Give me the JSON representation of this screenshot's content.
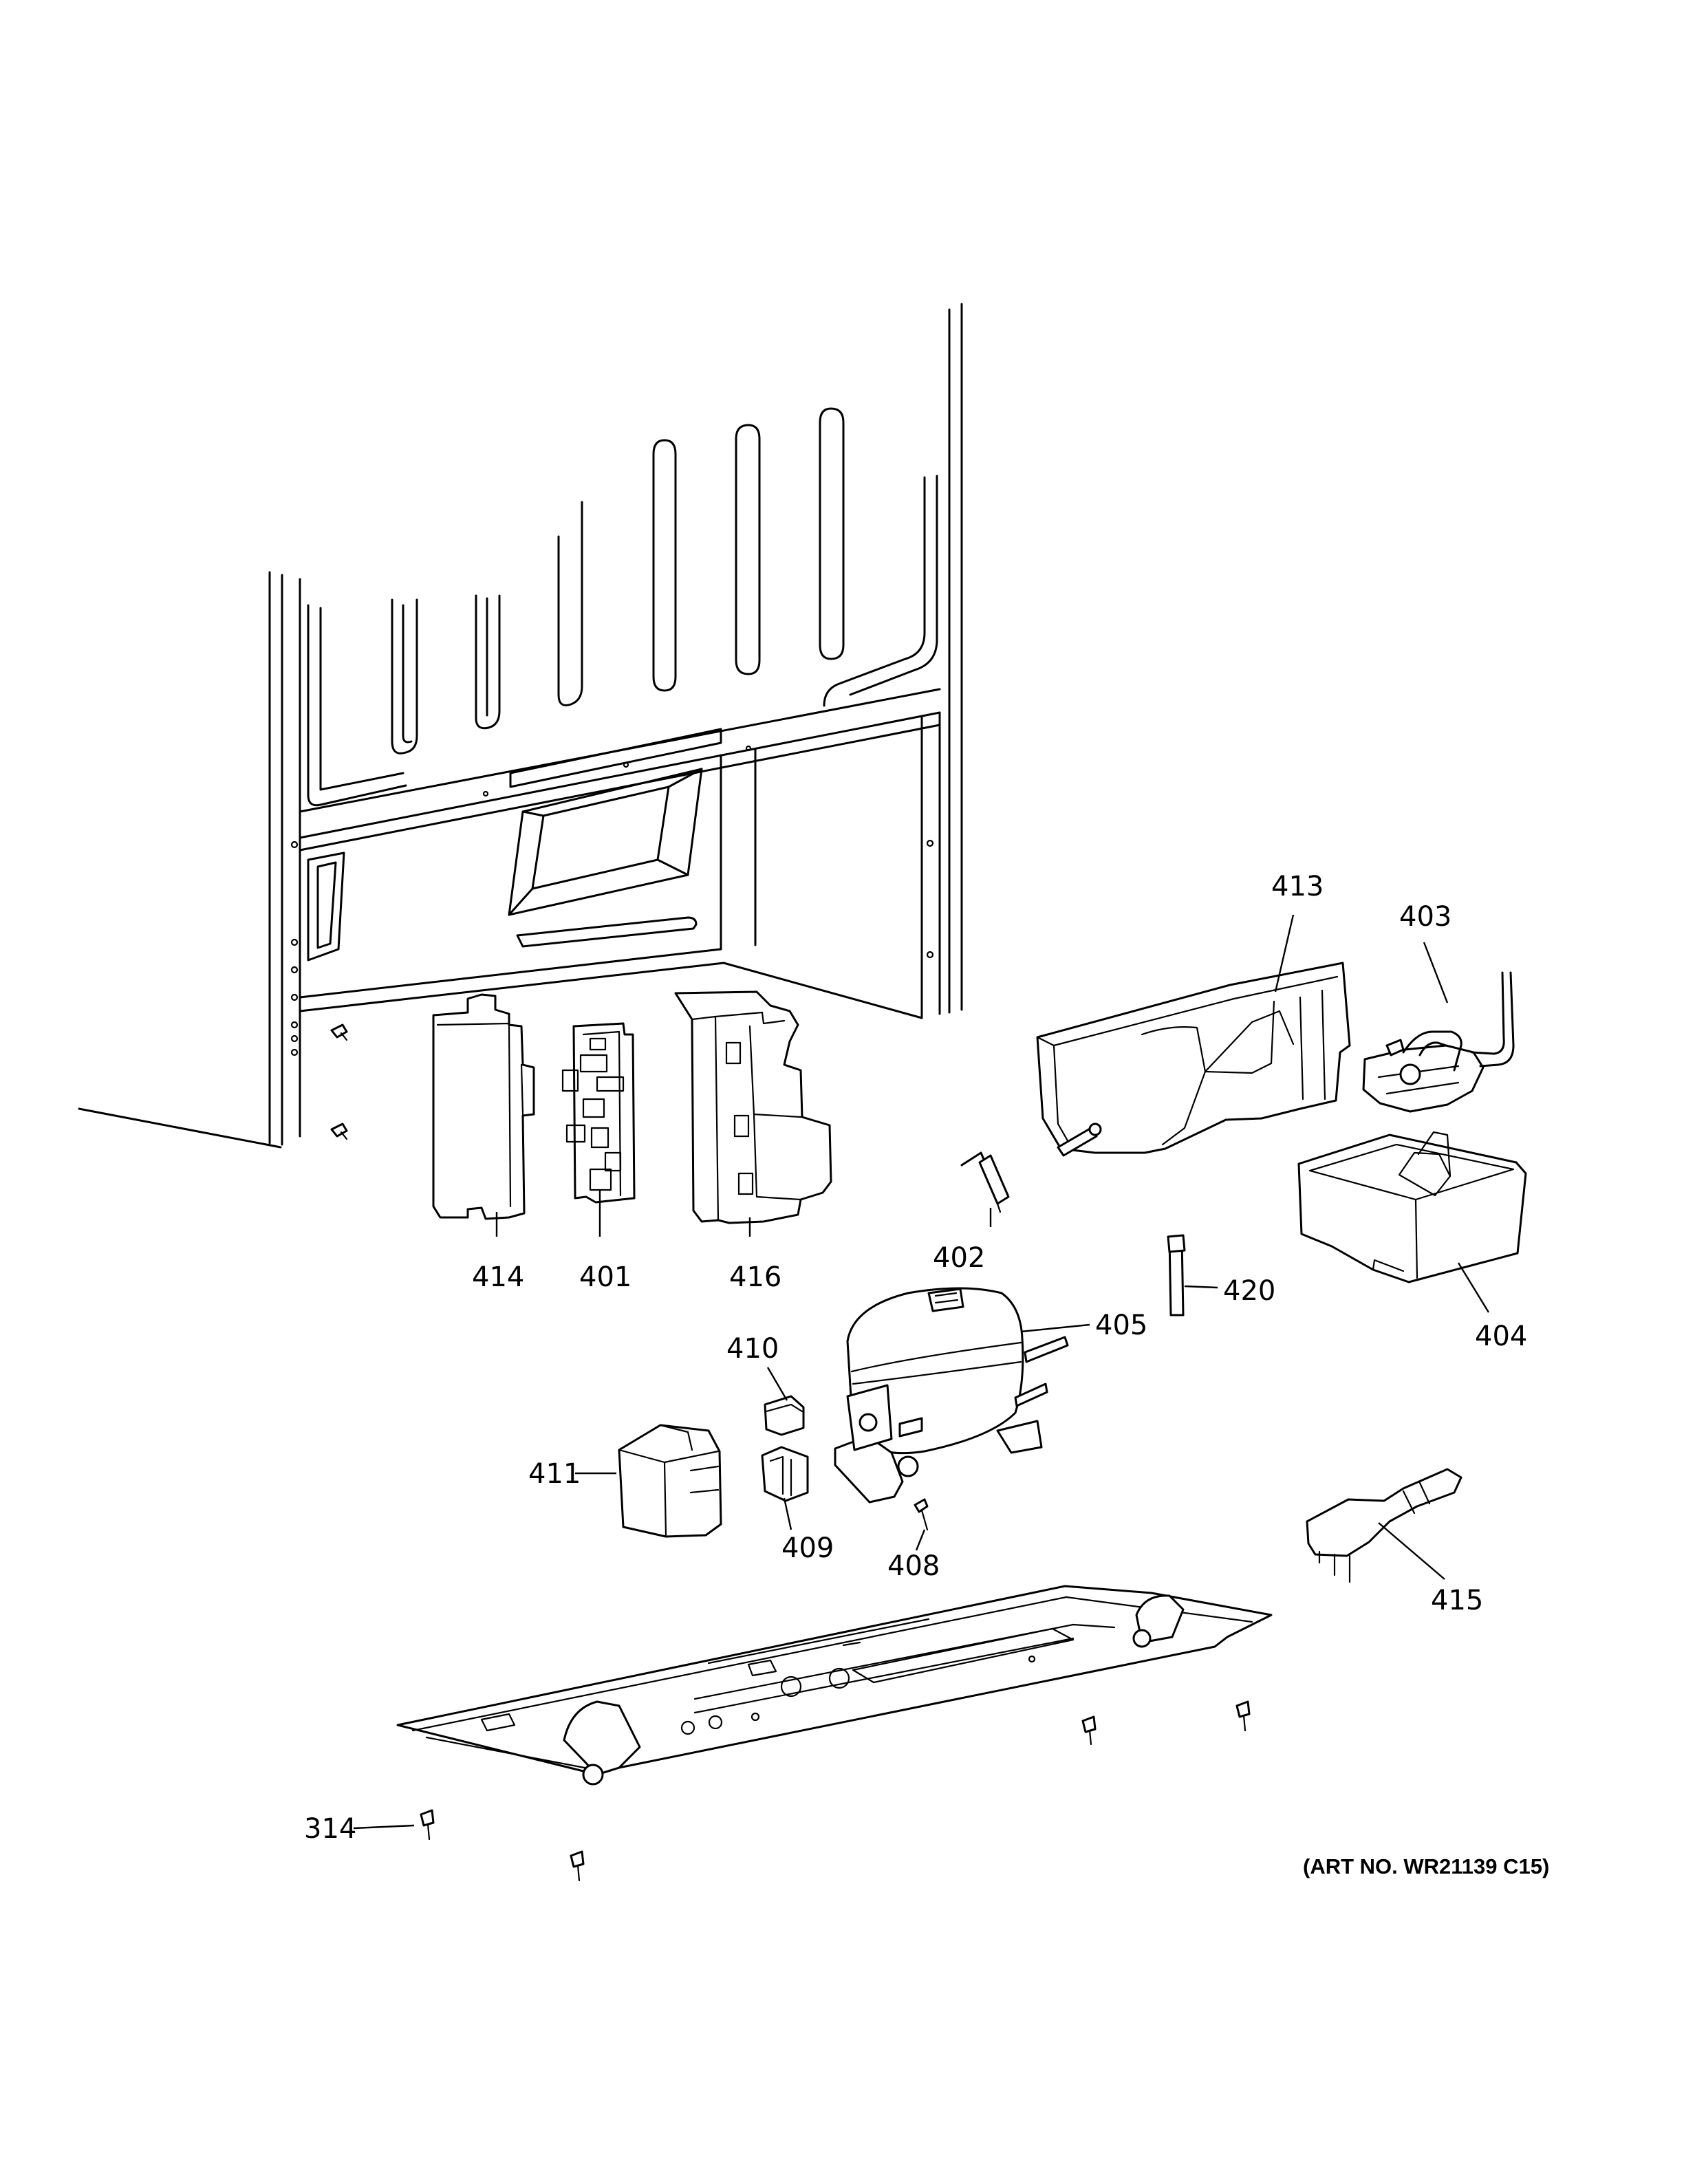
{
  "callouts": {
    "p413": "413",
    "p403": "403",
    "p402": "402",
    "p414": "414",
    "p401": "401",
    "p416": "416",
    "p420": "420",
    "p404": "404",
    "p410": "410",
    "p405": "405",
    "p411": "411",
    "p409": "409",
    "p408": "408",
    "p415": "415",
    "p314": "314"
  },
  "art_number": "(ART NO. WR21139 C15)"
}
